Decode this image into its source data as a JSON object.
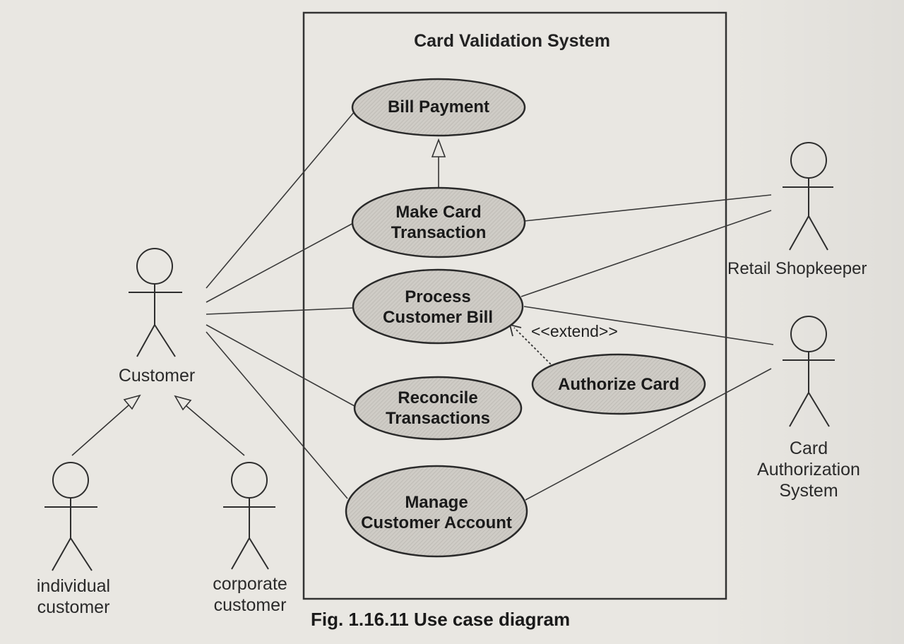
{
  "system": {
    "title": "Card Validation System"
  },
  "use_cases": {
    "bill_payment": [
      "Bill Payment"
    ],
    "make_card_transaction": [
      "Make Card",
      "Transaction"
    ],
    "process_customer_bill": [
      "Process",
      "Customer Bill"
    ],
    "reconcile_transactions": [
      "Reconcile",
      "Transactions"
    ],
    "authorize_card": [
      "Authorize Card"
    ],
    "manage_customer_account": [
      "Manage",
      "Customer Account"
    ]
  },
  "actors": {
    "customer": "Customer",
    "individual_customer": [
      "individual",
      "customer"
    ],
    "corporate_customer": [
      "corporate",
      "customer"
    ],
    "retail_shopkeeper": "Retail Shopkeeper",
    "card_authorization_system": [
      "Card",
      "Authorization",
      "System"
    ]
  },
  "relations": {
    "extend_label": "<<extend>>"
  },
  "caption": "Fig. 1.16.11 Use case diagram",
  "colors": {
    "use_case_fill": "#c9c6c0",
    "line": "#3a3a3a",
    "paper": "#e9e7e2"
  }
}
